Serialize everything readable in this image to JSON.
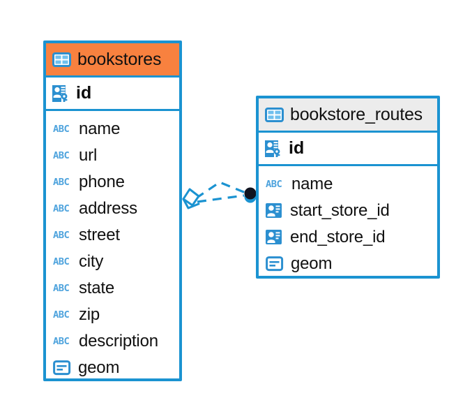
{
  "diagram": {
    "type": "entity-relationship-diagram",
    "background_color": "#ffffff",
    "accent_color": "#1b93d1",
    "highlight_header_color": "#f8813f",
    "neutral_header_color": "#ececec"
  },
  "entities": [
    {
      "name": "bookstores",
      "header_style": "orange",
      "table_icon": "table-icon",
      "primary_key": {
        "label": "id",
        "icon": "primary-key-icon"
      },
      "columns": [
        {
          "label": "name",
          "icon": "abc-text-icon",
          "icon_text": "ABC"
        },
        {
          "label": "url",
          "icon": "abc-text-icon",
          "icon_text": "ABC"
        },
        {
          "label": "phone",
          "icon": "abc-text-icon",
          "icon_text": "ABC"
        },
        {
          "label": "address",
          "icon": "abc-text-icon",
          "icon_text": "ABC"
        },
        {
          "label": "street",
          "icon": "abc-text-icon",
          "icon_text": "ABC"
        },
        {
          "label": "city",
          "icon": "abc-text-icon",
          "icon_text": "ABC"
        },
        {
          "label": "state",
          "icon": "abc-text-icon",
          "icon_text": "ABC"
        },
        {
          "label": "zip",
          "icon": "abc-text-icon",
          "icon_text": "ABC"
        },
        {
          "label": "description",
          "icon": "abc-text-icon",
          "icon_text": "ABC"
        },
        {
          "label": "geom",
          "icon": "geometry-icon",
          "icon_text": ""
        }
      ]
    },
    {
      "name": "bookstore_routes",
      "header_style": "gray",
      "table_icon": "table-icon",
      "primary_key": {
        "label": "id",
        "icon": "primary-key-icon"
      },
      "columns": [
        {
          "label": "name",
          "icon": "abc-text-icon",
          "icon_text": "ABC"
        },
        {
          "label": "start_store_id",
          "icon": "foreign-key-icon",
          "icon_text": ""
        },
        {
          "label": "end_store_id",
          "icon": "foreign-key-icon",
          "icon_text": ""
        },
        {
          "label": "geom",
          "icon": "geometry-icon",
          "icon_text": ""
        }
      ]
    }
  ],
  "relationship": {
    "from_entity": "bookstores",
    "to_entity": "bookstore_routes",
    "line_style": "dashed",
    "line_color": "#1b93d1",
    "source_marker": "diamond-marker",
    "target_marker": "filled-circle-marker"
  }
}
